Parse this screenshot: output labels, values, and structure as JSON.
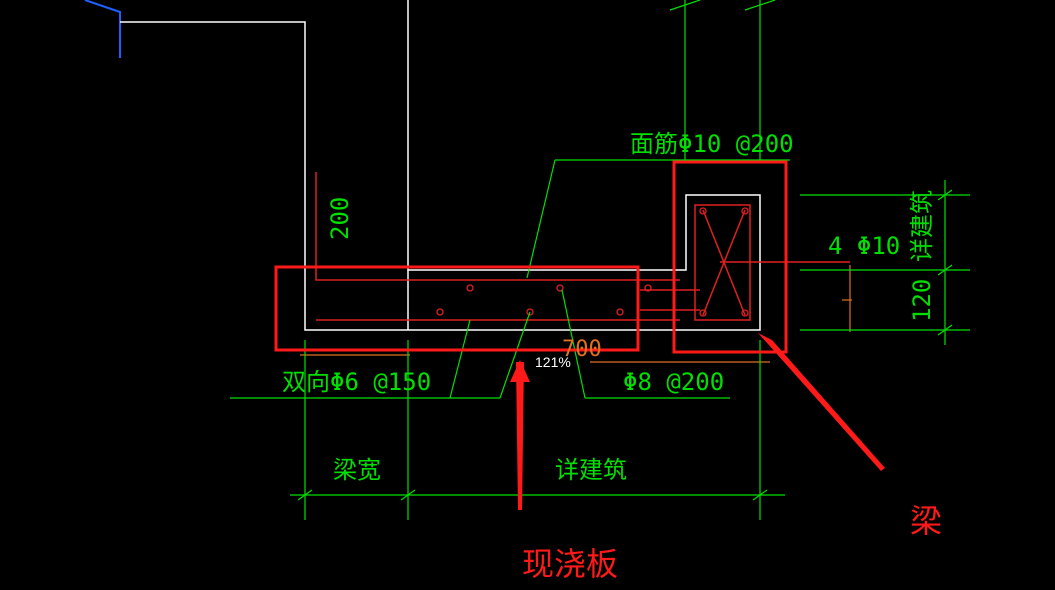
{
  "labels": {
    "top_bar": "面筋Φ10 @200",
    "dim_200": "200",
    "stirrup_spec": "4 Φ10",
    "right_dim_text": "详建筑",
    "dim_120": "120",
    "dim_700": "700",
    "zoom_level": "121%",
    "bottom_slab_bar": "双向Φ6 @150",
    "beam_bottom_bar": "Φ8 @200",
    "beam_width": "梁宽",
    "see_architecture": "详建筑"
  },
  "annotations": {
    "beam": "梁",
    "cast_slab": "现浇板"
  },
  "colors": {
    "background": "#000000",
    "cad_green": "#00e000",
    "cad_white": "#ffffff",
    "cad_red": "#ff2020",
    "cad_blue": "#2060ff",
    "cad_orange": "#e07020",
    "annotation_red": "#ff1a1a"
  }
}
